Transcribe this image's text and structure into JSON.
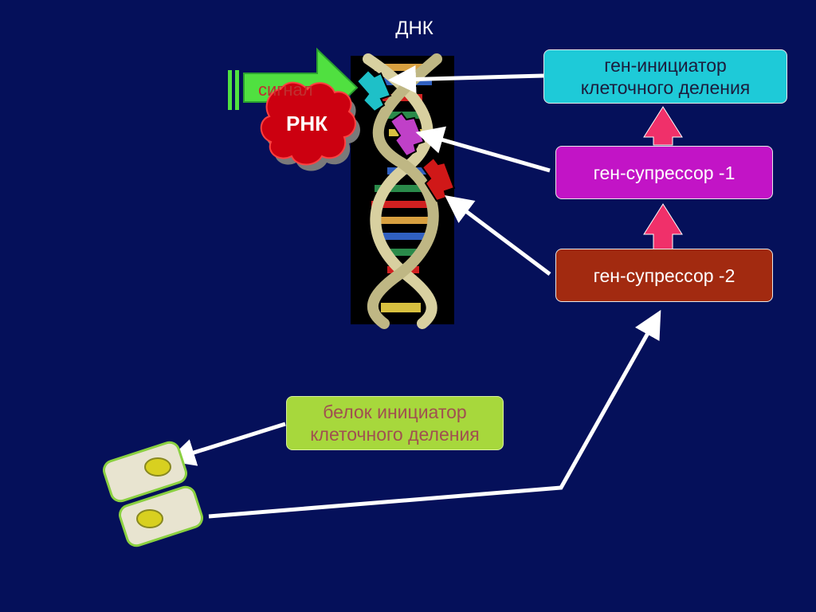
{
  "slide": {
    "title": "ДНК",
    "signal_label": "сигнал",
    "rna_label": "РНК",
    "gene_initiator": [
      "ген-инициатор",
      "клеточного деления"
    ],
    "gene_suppressor_1": "ген-супрессор -1",
    "gene_suppressor_2": "ген-супрессор -2",
    "protein_initiator": [
      "белок инициатор",
      "клеточного деления"
    ]
  },
  "colors": {
    "background": "#05105a",
    "initiator_box": "#1ecad8",
    "suppressor1_box": "#c214c6",
    "suppressor2_box": "#a22a10",
    "protein_box": "#a7d83c",
    "up_arrows": "#f0306a",
    "signal_arrow": "#50e040",
    "rna_blob": "#cc0010"
  }
}
